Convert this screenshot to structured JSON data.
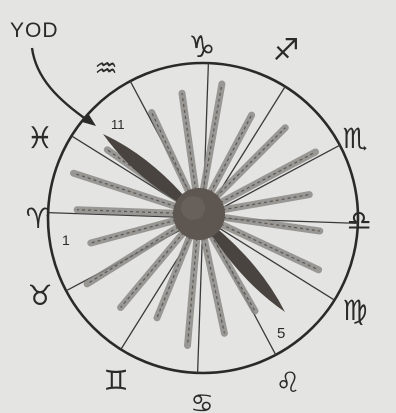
{
  "pointer_label": "YOD",
  "house_numbers": [
    "11",
    "1",
    "5"
  ],
  "signs": [
    {
      "name": "capricorn",
      "glyph": "♑"
    },
    {
      "name": "sagittarius",
      "glyph": "♐"
    },
    {
      "name": "scorpio",
      "glyph": "♏"
    },
    {
      "name": "libra",
      "glyph": "♎"
    },
    {
      "name": "virgo",
      "glyph": "♍"
    },
    {
      "name": "leo",
      "glyph": "♌"
    },
    {
      "name": "cancer",
      "glyph": "♋"
    },
    {
      "name": "gemini",
      "glyph": "♊"
    },
    {
      "name": "taurus",
      "glyph": "♉"
    },
    {
      "name": "aries",
      "glyph": "♈"
    },
    {
      "name": "pisces",
      "glyph": "♓"
    },
    {
      "name": "aquarius",
      "glyph": "♒"
    }
  ],
  "colors": {
    "background": "#e4e4e2",
    "ink": "#2a2a2a",
    "center": "#5e5650",
    "yod_blade": "#4a4440",
    "ray": "#8c8a86"
  }
}
